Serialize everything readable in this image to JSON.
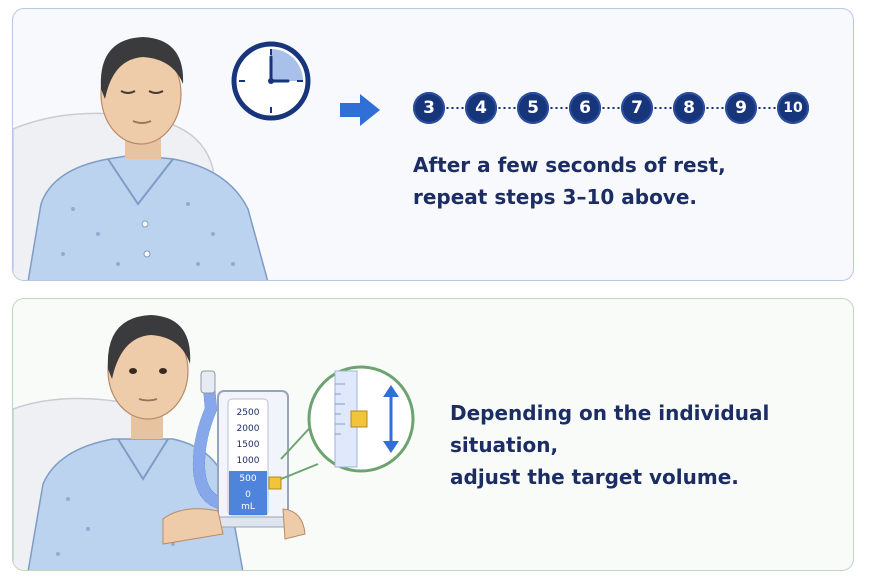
{
  "top_panel": {
    "steps": [
      "3",
      "4",
      "5",
      "6",
      "7",
      "8",
      "9",
      "10"
    ],
    "caption_line1": "After a few seconds of rest,",
    "caption_line2": "repeat steps 3–10 above."
  },
  "bottom_panel": {
    "caption_line1": "Depending on the individual situation,",
    "caption_line2": "adjust the target volume.",
    "spirometer_scale": [
      "2500",
      "2000",
      "1500",
      "1000",
      "500",
      "0"
    ],
    "spirometer_unit": "mL"
  },
  "colors": {
    "navy": "#17357b",
    "text": "#1b2d63",
    "arrow_blue": "#2f6fd6",
    "pajama": "#bcd3ef",
    "indicator_yellow": "#f2c43a"
  }
}
